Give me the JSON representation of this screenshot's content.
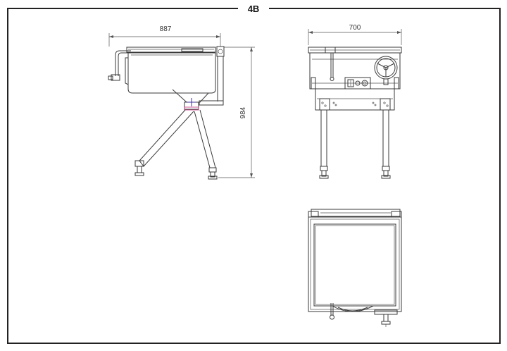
{
  "drawing": {
    "title": "4B",
    "dimensions": {
      "side_width": "887",
      "front_width": "700",
      "height": "984"
    }
  },
  "colors": {
    "line": "#3a3a3a",
    "accent": "#3b2f9e"
  }
}
